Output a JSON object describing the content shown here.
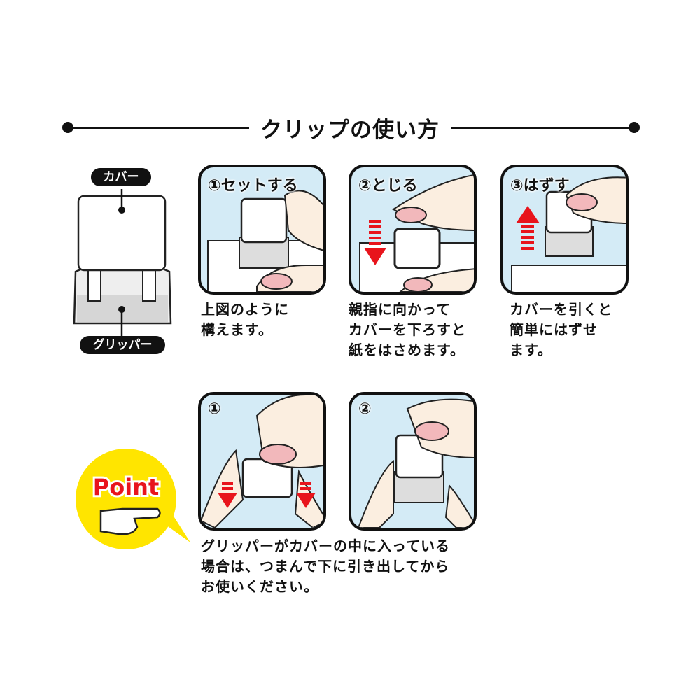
{
  "title": "クリップの使い方",
  "parts": {
    "cover": "カバー",
    "gripper": "グリッパー"
  },
  "steps": [
    {
      "label": "①セットする",
      "caption": [
        "上図のように",
        "構えます。"
      ]
    },
    {
      "label": "②とじる",
      "caption": [
        "親指に向かって",
        "カバーを下ろすと",
        "紙をはさめます。"
      ]
    },
    {
      "label": "③はずす",
      "caption": [
        "カバーを引くと",
        "簡単にはずせ",
        "ます。"
      ]
    }
  ],
  "point": {
    "badge": "Point",
    "steps": [
      {
        "label": "①"
      },
      {
        "label": "②"
      }
    ],
    "caption": [
      "グリッパーがカバーの中に入っている",
      "場合は、つまんで下に引き出してから",
      "お使いください。"
    ]
  },
  "colors": {
    "panel_bg": "#d4ebf6",
    "arrow": "#e8141c",
    "badge_bg": "#ffe500",
    "skin": "#fbeee0",
    "nail": "#f2b8bb"
  }
}
